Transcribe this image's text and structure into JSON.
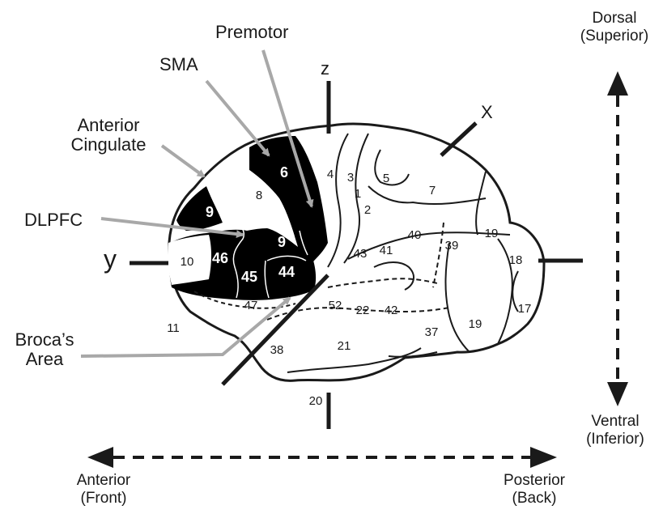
{
  "colors": {
    "ink": "#1a1a1a",
    "arrow_gray": "#a8a8a8",
    "black_region": "#000000"
  },
  "labels": {
    "premotor": "Premotor",
    "sma": "SMA",
    "anterior_cingulate_line1": "Anterior",
    "anterior_cingulate_line2": "Cingulate",
    "dlpfc": "DLPFC",
    "brocas_line1": "Broca’s",
    "brocas_line2": "Area"
  },
  "axes": {
    "x": "X",
    "y": "y",
    "z": "z"
  },
  "directions": {
    "dorsal": "Dorsal",
    "dorsal_sub": "(Superior)",
    "ventral": "Ventral",
    "ventral_sub": "(Inferior)",
    "anterior": "Anterior",
    "anterior_sub": "(Front)",
    "posterior": "Posterior",
    "posterior_sub": "(Back)"
  },
  "areas": {
    "a6": "6",
    "a8": "8",
    "a9_top": "9",
    "a9_mid": "9",
    "a10": "10",
    "a46": "46",
    "a45": "45",
    "a44": "44",
    "a47": "47",
    "a11": "11",
    "a4": "4",
    "a3": "3",
    "a1": "1",
    "a2": "2",
    "a5": "5",
    "a7": "7",
    "a40": "40",
    "a39": "39",
    "a19_top": "19",
    "a18": "18",
    "a17": "17",
    "a19_bottom": "19",
    "a43": "43",
    "a41": "41",
    "a52": "52",
    "a22": "22",
    "a42": "42",
    "a37": "37",
    "a21": "21",
    "a38": "38",
    "a20": "20"
  }
}
